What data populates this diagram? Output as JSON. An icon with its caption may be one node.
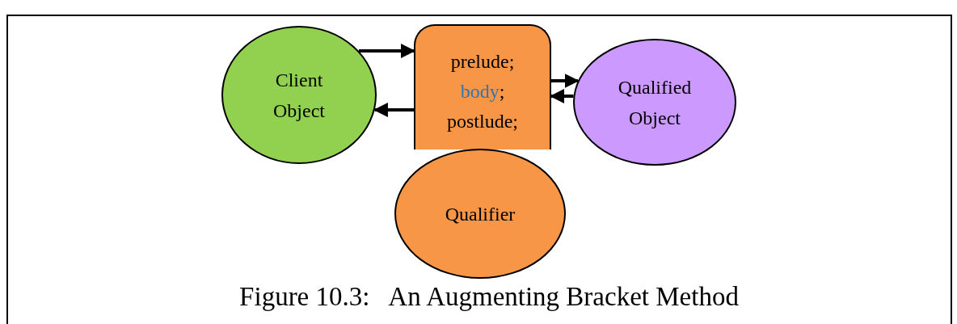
{
  "diagram": {
    "caption": "Figure 10.3:   An Augmenting Bracket Method",
    "nodes": [
      {
        "text": [
          "Client Object"
        ]
      },
      {
        "text": [
          "prelude;",
          "body;",
          "postlude;"
        ]
      },
      {
        "text": [
          "Qualifier"
        ]
      },
      {
        "text": [
          "Qualified Object"
        ]
      }
    ],
    "edges": [
      {
        "from": 0,
        "to": 1,
        "arrow": "to"
      },
      {
        "from": 1,
        "to": 0,
        "arrow": "to"
      },
      {
        "from": 1,
        "to": 3,
        "arrow": "to"
      },
      {
        "from": 3,
        "to": 1,
        "arrow": "to"
      }
    ]
  }
}
